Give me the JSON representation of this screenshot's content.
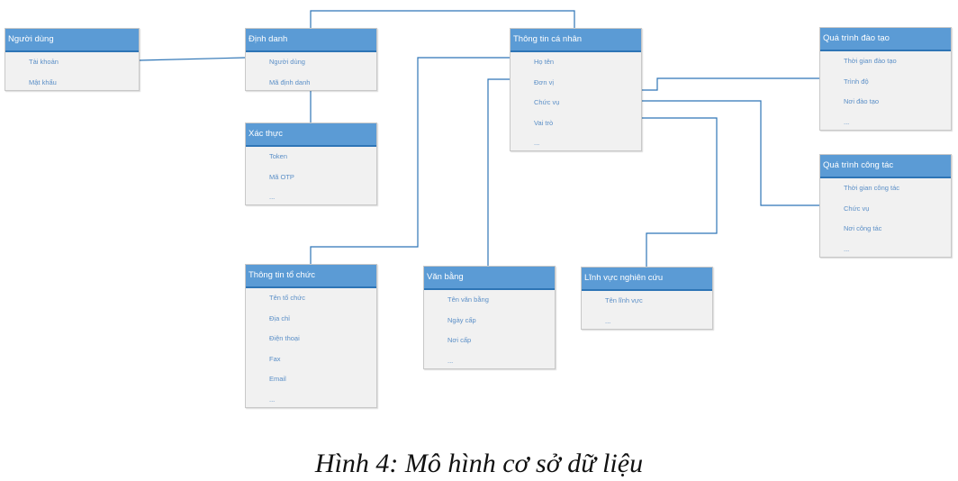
{
  "diagram": {
    "entities": [
      {
        "id": "nguoi-dung",
        "title": "Người dùng",
        "fields": [
          "Tài khoản",
          "Mật khẩu"
        ]
      },
      {
        "id": "dinh-danh",
        "title": "Định danh",
        "fields": [
          "Người dùng",
          "Mã định danh"
        ]
      },
      {
        "id": "xac-thuc",
        "title": "Xác thực",
        "fields": [
          "Token",
          "Mã OTP",
          "..."
        ]
      },
      {
        "id": "thong-tin-ca-nhan",
        "title": "Thông tin cá nhân",
        "fields": [
          "Họ tên",
          "Đơn vị",
          "Chức vụ",
          "Vai trò",
          "..."
        ]
      },
      {
        "id": "qua-trinh-dao-tao",
        "title": "Quá trình đào tạo",
        "fields": [
          "Thời gian đào tạo",
          "Trình độ",
          "Nơi đào tạo",
          "..."
        ]
      },
      {
        "id": "qua-trinh-cong-tac",
        "title": "Quá trình công tác",
        "fields": [
          "Thời gian công tác",
          "Chức vụ",
          "Nơi công tác",
          "..."
        ]
      },
      {
        "id": "thong-tin-to-chuc",
        "title": "Thông tin tổ chức",
        "fields": [
          "Tên tổ chức",
          "Địa chỉ",
          "Điện thoại",
          "Fax",
          "Email",
          "..."
        ]
      },
      {
        "id": "van-bang",
        "title": "Văn bằng",
        "fields": [
          "Tên văn bằng",
          "Ngày cấp",
          "Nơi cấp",
          "..."
        ]
      },
      {
        "id": "linh-vuc-nghien-cuu",
        "title": "Lĩnh vực nghiên cứu",
        "fields": [
          "Tên lĩnh vực",
          "..."
        ]
      }
    ],
    "connector_color": "#2e75b6"
  },
  "caption": "Hình 4: Mô hình cơ sở dữ liệu"
}
